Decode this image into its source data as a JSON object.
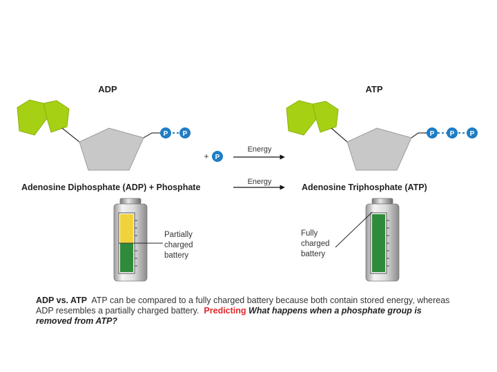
{
  "titles": {
    "adp": "ADP",
    "atp": "ATP"
  },
  "reaction": {
    "plus": "+",
    "phosphate_symbol": "P",
    "energy_top": "Energy",
    "energy_bottom": "Energy",
    "left_equation": "Adenosine Diphosphate (ADP) + Phosphate",
    "right_name": "Adenosine Triphosphate (ATP)"
  },
  "batteries": {
    "adp_label": [
      "Partially",
      "charged",
      "battery"
    ],
    "atp_label": [
      "Fully",
      "charged",
      "battery"
    ],
    "adp_charge": 0.5,
    "atp_charge": 1.0
  },
  "caption": {
    "heading": "ADP vs. ATP",
    "text1": "ATP can be compared to a fully charged battery because both contain stored energy, whereas ADP resembles a partially charged battery.",
    "predicting": "Predicting",
    "question": "What happens when a phosphate group is removed from ATP?"
  },
  "colors": {
    "base_green": "#a6d014",
    "sugar_gray": "#c8c8c8",
    "phosphate_blue": "#1f7dc4",
    "battery_green": "#2e8b3a",
    "battery_yellow": "#f2d23a",
    "predicting_red": "#e0262b"
  }
}
